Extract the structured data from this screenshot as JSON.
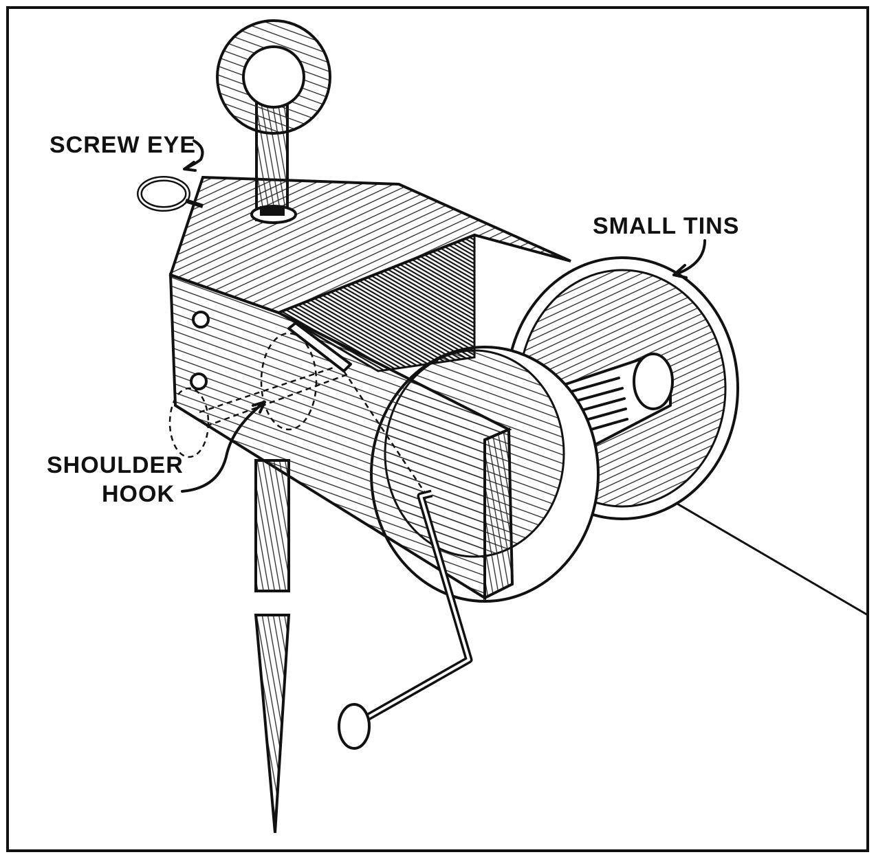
{
  "labels": {
    "screw_eye": "SCREW EYE",
    "small_tins": "SMALL TINS",
    "shoulder_hook_line1": "SHOULDER",
    "shoulder_hook_line2": "HOOK"
  },
  "colors": {
    "ink": "#111111",
    "paper": "#ffffff"
  }
}
